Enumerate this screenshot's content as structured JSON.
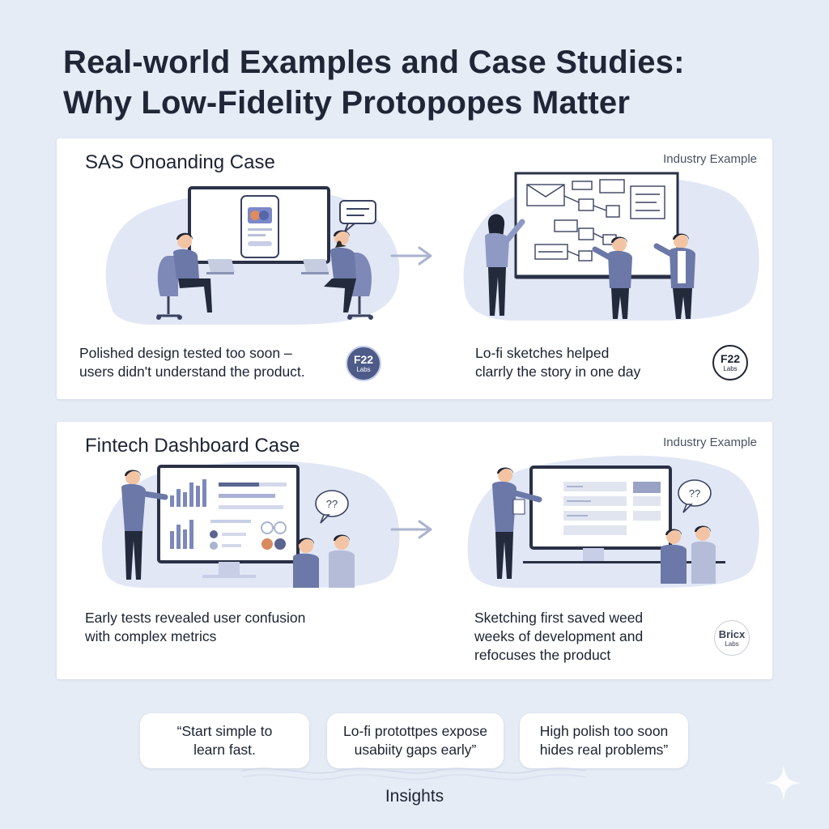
{
  "page": {
    "title_line1": "Real-world Examples and Case Studies:",
    "title_line2": "Why Low-Fidelity Protopopes Matter"
  },
  "cases": [
    {
      "title": "SAS Onoanding Case",
      "tag": "Industry Example",
      "left_caption": [
        "Polished design tested too soon –",
        "users didn't understand the product."
      ],
      "left_badge": {
        "line1": "F22",
        "line2": "Labs"
      },
      "right_caption": [
        "Lo-fi sketches helped",
        "clarrly the story in one day"
      ],
      "right_badge": {
        "line1": "F22",
        "line2": "Labs"
      },
      "speech_bubble": ""
    },
    {
      "title": "Fintech Dashboard Case",
      "tag": "Industry Example",
      "left_caption": [
        "Early tests revealed user confusion",
        "with complex metrics"
      ],
      "right_caption": [
        "Sketching first saved weed",
        "weeks of development and",
        "refocuses the product"
      ],
      "right_badge": {
        "line1": "Bricx",
        "line2": "Labs"
      },
      "left_bubble": "??",
      "right_bubble": "??"
    }
  ],
  "insights": {
    "pills": [
      [
        "“Start simple to",
        "learn fast."
      ],
      [
        "Lo-fi protottpes expose",
        "usabiity gaps early”"
      ],
      [
        "High polish too soon",
        "hides real problems”"
      ]
    ],
    "label": "Insights"
  },
  "colors": {
    "background": "#e6ecf5",
    "card": "#ffffff",
    "accent": "#6b78a8",
    "dark": "#1e2433",
    "blob": "#dfe4f4"
  },
  "icons": [
    "arrow-right-icon",
    "speech-bubble-icon",
    "sparkle-icon",
    "wave-decoration-icon"
  ]
}
